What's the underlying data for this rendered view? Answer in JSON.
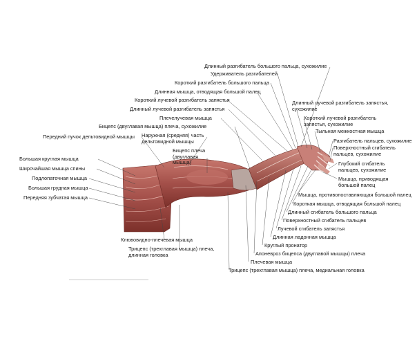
{
  "labels_left": [
    "Передний пучок дельтовидной мышцы",
    "Большая круглая мышца",
    "Широчайшая мышца спины",
    "Подлопаточная мышца",
    "Большая грудная мышца",
    "Передняя зубчатая мышца"
  ],
  "labels_top": [
    "Длинный разгибатель большого пальца, сухожилие",
    "Удерживатель разгибателей",
    "Короткий разгибатель большого пальца",
    "Длинная мышца, отводящая большой палец",
    "Короткий лучевой разгибатель запястья",
    "Длинный лучевой разгибатель запястья",
    "Плечелучевая мышца",
    "Бицепс (двуглавая мышца) плеча, сухожилие",
    "Наружная (средняя) часть дельтовидной мышцы",
    "Бицепс плеча (двуглавая мышца)"
  ],
  "labels_right": [
    "Длинный лучевой разгибатель запястья, сухожилие",
    "Короткий лучевой разгибатель запястья, сухожилие",
    "Тыльная межкостная мышца",
    "Разгибатель пальцев, сухожилие",
    "Поверхностный сгибатель пальцев, сухожилие",
    "Глубокий сгибатель пальцев, сухожилие",
    "Мышца, приводящая большой палец"
  ],
  "labels_bottom": [
    "Мышца, противопоставляющая большой палец",
    "Короткая мышца, отводящая большой палец",
    "Длинный сгибатель большого пальца",
    "Поверхностный сгибатель пальцев",
    "Лучевой сгибатель запястья",
    "Длинная ладонная мышца",
    "Круглый пронатор",
    "Клювовидно-плечевая мышца",
    "Трицепс (трехглавая мышца) плеча, длинная головка",
    "Апоневроз бицепса (двуглавой мышцы) плеча",
    "Плечевая мышца",
    "Трицепс (трехглавая мышца) плеча, медиальная головка"
  ],
  "colors": {
    "muscle_dark": "#8a3b33",
    "muscle_mid": "#b5625a",
    "muscle_light": "#d59a90",
    "tendon": "#e8d6cf",
    "leader_line": "#444444"
  }
}
